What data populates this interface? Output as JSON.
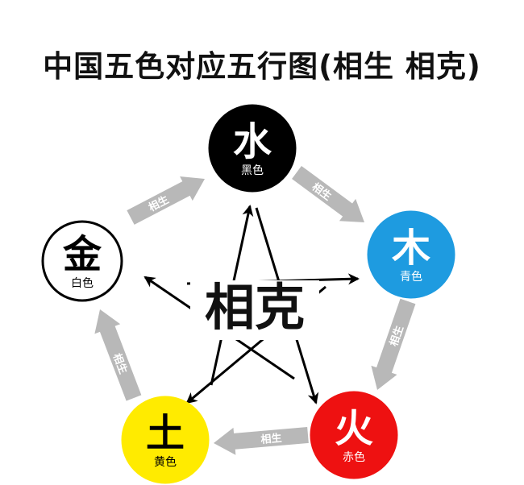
{
  "title": "中国五色对应五行图(相生 相克)",
  "center_label": "相克",
  "generate_label": "相生",
  "elements": [
    {
      "key": "water",
      "char": "水",
      "color_name": "黑色",
      "fill": "#000000",
      "text_color": "#ffffff",
      "stroke": "#000000"
    },
    {
      "key": "wood",
      "char": "木",
      "color_name": "青色",
      "fill": "#1E9BE0",
      "text_color": "#ffffff",
      "stroke": "#1E9BE0"
    },
    {
      "key": "fire",
      "char": "火",
      "color_name": "赤色",
      "fill": "#EE1111",
      "text_color": "#ffffff",
      "stroke": "#EE1111"
    },
    {
      "key": "earth",
      "char": "土",
      "color_name": "黄色",
      "fill": "#FFEB00",
      "text_color": "#000000",
      "stroke": "#FFEB00"
    },
    {
      "key": "metal",
      "char": "金",
      "color_name": "白色",
      "fill": "#ffffff",
      "text_color": "#000000",
      "stroke": "#000000"
    }
  ],
  "generating_cycle": [
    [
      "metal",
      "water"
    ],
    [
      "water",
      "wood"
    ],
    [
      "wood",
      "fire"
    ],
    [
      "fire",
      "earth"
    ],
    [
      "earth",
      "metal"
    ]
  ],
  "controlling_cycle": [
    [
      "water",
      "fire"
    ],
    [
      "fire",
      "metal"
    ],
    [
      "metal",
      "wood"
    ],
    [
      "wood",
      "earth"
    ],
    [
      "earth",
      "water"
    ]
  ],
  "colors": {
    "generate_arrow": "#B8B8B8",
    "control_arrow": "#000000"
  }
}
